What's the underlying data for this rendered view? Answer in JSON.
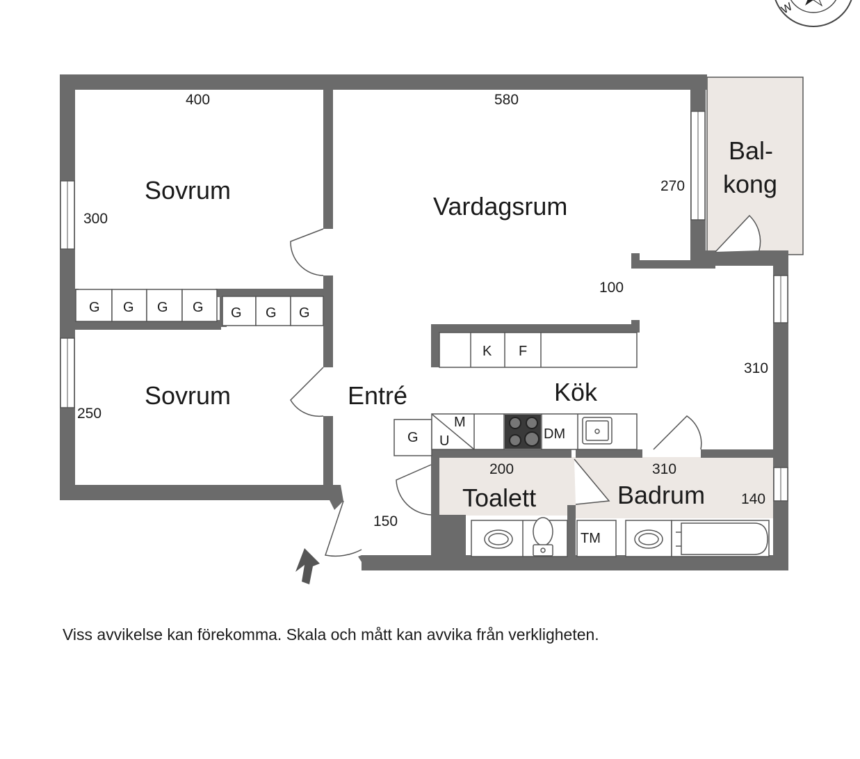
{
  "rooms": {
    "sovrum_top": "Sovrum",
    "sovrum_bottom": "Sovrum",
    "vardagsrum": "Vardagsrum",
    "balkong_line1": "Bal-",
    "balkong_line2": "kong",
    "entre": "Entré",
    "kok": "Kök",
    "toalett": "Toalett",
    "badrum": "Badrum"
  },
  "dimensions": {
    "sovrum_width": "400",
    "vardagsrum_width": "580",
    "sovrum_top_depth": "300",
    "vardagsrum_depth": "270",
    "passage": "100",
    "kok_depth": "310",
    "sovrum_bottom_depth": "250",
    "toalett_width": "200",
    "badrum_width": "310",
    "badrum_depth": "140",
    "entre_width": "150"
  },
  "fixtures": {
    "wardrobe": "G",
    "fridge": "K",
    "freezer": "F",
    "microwave": "M",
    "oven": "U",
    "dishwasher": "DM",
    "washer": "TM"
  },
  "colors": {
    "wall": "#6b6b6b",
    "wet_room_floor": "#ede8e4",
    "line": "#555555"
  },
  "disclaimer": "Viss avvikelse kan förekomma. Skala och mått kan avvika från verkligheten."
}
